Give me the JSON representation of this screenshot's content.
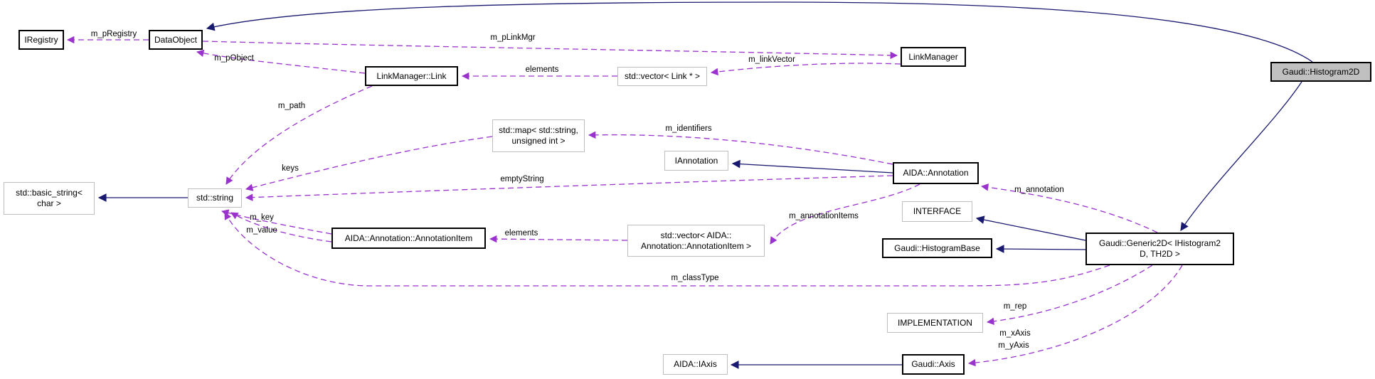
{
  "diagram": {
    "kind": "collaboration-graph",
    "main_class": "Gaudi::Histogram2D"
  },
  "colors": {
    "inheritance_edge": "#191970",
    "usage_edge": "#9a32cd",
    "linked_node_border": "#000000",
    "external_node_border": "#bfbfbf",
    "main_node_fill": "#c0c0c0",
    "background": "#ffffff"
  },
  "nodes": {
    "iregistry": {
      "label": "IRegistry"
    },
    "dataobject": {
      "label": "DataObject"
    },
    "linkmanager_link": {
      "label": "LinkManager::Link"
    },
    "vector_link": {
      "label": "std::vector< Link * >"
    },
    "linkmanager": {
      "label": "LinkManager"
    },
    "histogram2d": {
      "label": "Gaudi::Histogram2D"
    },
    "stdmap": {
      "lines": [
        "std::map< std::string,",
        "unsigned int >"
      ]
    },
    "iannotation": {
      "label": "IAnnotation"
    },
    "annotation": {
      "label": "AIDA::Annotation"
    },
    "basic_string": {
      "lines": [
        "std::basic_string<",
        "char >"
      ]
    },
    "stdstring": {
      "label": "std::string"
    },
    "annotationitem": {
      "label": "AIDA::Annotation::AnnotationItem"
    },
    "vector_annotationitem": {
      "lines": [
        "std::vector< AIDA::",
        "Annotation::AnnotationItem >"
      ]
    },
    "interface": {
      "label": "INTERFACE"
    },
    "histogrambase": {
      "label": "Gaudi::HistogramBase"
    },
    "generic2d": {
      "lines": [
        "Gaudi::Generic2D< IHistogram2",
        "D, TH2D >"
      ]
    },
    "implementation": {
      "label": "IMPLEMENTATION"
    },
    "aida_iaxis": {
      "label": "AIDA::IAxis"
    },
    "gaudi_axis": {
      "label": "Gaudi::Axis"
    }
  },
  "edge_labels": {
    "m_pRegistry": "m_pRegistry",
    "m_pLinkMgr": "m_pLinkMgr",
    "m_pObject": "m_pObject",
    "m_linkVector": "m_linkVector",
    "elements_top": "elements",
    "m_path": "m_path",
    "keys": "keys",
    "m_identifiers": "m_identifiers",
    "emptyString": "emptyString",
    "m_key": "m_key",
    "m_value": "m_value",
    "elements_bottom": "elements",
    "m_annotationItems": "m_annotationItems",
    "m_annotation": "m_annotation",
    "m_classType": "m_classType",
    "m_rep": "m_rep",
    "m_xAxis": "m_xAxis",
    "m_yAxis": "m_yAxis"
  }
}
